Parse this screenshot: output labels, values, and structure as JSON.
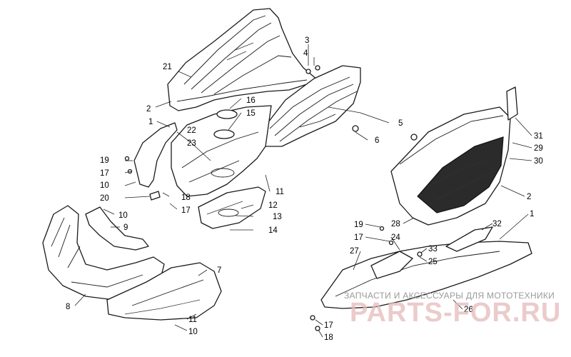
{
  "diagram": {
    "callouts": [
      {
        "id": "c3",
        "text": "3"
      },
      {
        "id": "c4",
        "text": "4"
      },
      {
        "id": "c21",
        "text": "21"
      },
      {
        "id": "c2a",
        "text": "2"
      },
      {
        "id": "c16",
        "text": "16"
      },
      {
        "id": "c15",
        "text": "15"
      },
      {
        "id": "c1a",
        "text": "1"
      },
      {
        "id": "c22",
        "text": "22"
      },
      {
        "id": "c23",
        "text": "23"
      },
      {
        "id": "c5",
        "text": "5"
      },
      {
        "id": "c6",
        "text": "6"
      },
      {
        "id": "c19a",
        "text": "19"
      },
      {
        "id": "c17a",
        "text": "17"
      },
      {
        "id": "c10a",
        "text": "10"
      },
      {
        "id": "c20",
        "text": "20"
      },
      {
        "id": "c18a",
        "text": "18"
      },
      {
        "id": "c17b",
        "text": "17"
      },
      {
        "id": "c11a",
        "text": "11"
      },
      {
        "id": "c12",
        "text": "12"
      },
      {
        "id": "c13",
        "text": "13"
      },
      {
        "id": "c14",
        "text": "14"
      },
      {
        "id": "c10b",
        "text": "10"
      },
      {
        "id": "c9",
        "text": "9"
      },
      {
        "id": "c7",
        "text": "7"
      },
      {
        "id": "c8",
        "text": "8"
      },
      {
        "id": "c11b",
        "text": "11"
      },
      {
        "id": "c10c",
        "text": "10"
      },
      {
        "id": "c31",
        "text": "31"
      },
      {
        "id": "c29",
        "text": "29"
      },
      {
        "id": "c30",
        "text": "30"
      },
      {
        "id": "c2b",
        "text": "2"
      },
      {
        "id": "c1b",
        "text": "1"
      },
      {
        "id": "c28",
        "text": "28"
      },
      {
        "id": "c32",
        "text": "32"
      },
      {
        "id": "c19b",
        "text": "19"
      },
      {
        "id": "c17c",
        "text": "17"
      },
      {
        "id": "c24",
        "text": "24"
      },
      {
        "id": "c27",
        "text": "27"
      },
      {
        "id": "c33",
        "text": "33"
      },
      {
        "id": "c25",
        "text": "25"
      },
      {
        "id": "c26",
        "text": "26"
      },
      {
        "id": "c17d",
        "text": "17"
      },
      {
        "id": "c18b",
        "text": "18"
      }
    ]
  },
  "watermark": {
    "caption": "ЗАПЧАСТИ И АКСЕССУАРЫ ДЛЯ МОТОТЕХНИКИ",
    "logo_text": "PARTS-FOR.RU"
  }
}
